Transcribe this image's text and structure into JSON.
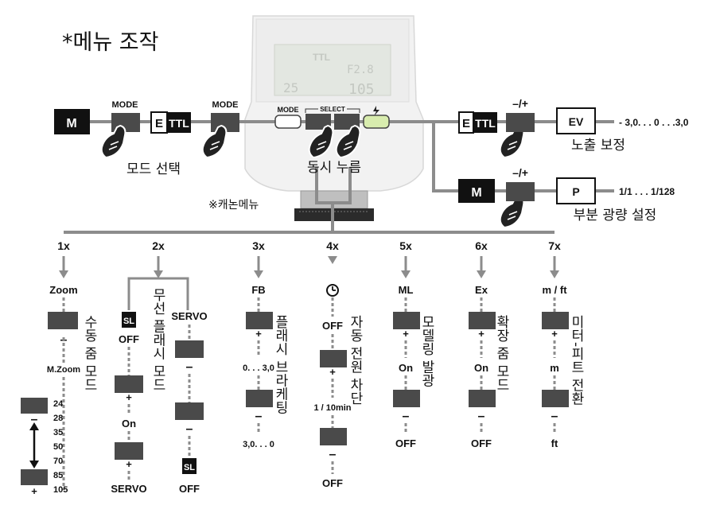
{
  "title": "*메뉴 조작",
  "lcd": {
    "top_left": "TTL",
    "top_right": "F2.8",
    "bottom_left": "25",
    "bottom_right": "105"
  },
  "top_row": {
    "mode_m": "M",
    "mode_btn_label_1": "MODE",
    "ettl_e": "E",
    "ettl_ttl": "TTL",
    "mode_btn_label_2": "MODE",
    "mode_select_caption": "모드 선택",
    "flash_mode_btn": "MODE",
    "select_label": "SELECT",
    "simultaneous_caption": "동시 누름",
    "canon_menu": "※캐논메뉴"
  },
  "right_branch": {
    "ettl_e": "E",
    "ettl_ttl": "TTL",
    "plus_minus_1": "–/+",
    "ev_box": "EV",
    "ev_range": "- 3,0. . . 0 . . .3,0",
    "ev_caption": "노출 보정",
    "m_box": "M",
    "plus_minus_2": "–/+",
    "p_box": "P",
    "p_range": "1/1 . . . 1/128",
    "p_caption": "부분 광량 설정"
  },
  "columns": [
    {
      "count": "1x",
      "head": "Zoom",
      "caption": "수동 줌 모드",
      "items": [
        "M.Zoom",
        "24",
        "28",
        "35",
        "50",
        "70",
        "85",
        "105"
      ],
      "minus": "–",
      "plus": "+"
    },
    {
      "count": "2x",
      "caption": "무선 플래시 모드",
      "sl": "SL",
      "off": "OFF",
      "plus1": "+",
      "on": "On",
      "plus2": "+",
      "servo_bottom": "SERVO",
      "servo_top": "SERVO",
      "minus1": "–",
      "minus2": "–",
      "sl_bottom": "SL",
      "off_bottom": "OFF"
    },
    {
      "count": "3x",
      "head": "FB",
      "caption": "플래시 브라케팅",
      "plus": "+",
      "mid": "0. . . 3,0",
      "minus": "–",
      "bottom": "3,0. . . 0"
    },
    {
      "count": "4x",
      "caption": "자동 전원 차단",
      "off_top": "OFF",
      "plus": "+",
      "mid": "1 / 10min",
      "minus": "–",
      "off_bottom": "OFF"
    },
    {
      "count": "5x",
      "head": "ML",
      "caption": "모델링 발광",
      "plus": "+",
      "mid": "On",
      "minus": "–",
      "bottom": "OFF"
    },
    {
      "count": "6x",
      "head": "Ex",
      "caption": "확장 줌 모드",
      "plus": "+",
      "mid": "On",
      "minus": "–",
      "bottom": "OFF"
    },
    {
      "count": "7x",
      "head": "m / ft",
      "caption": "미터-피트 전환",
      "plus": "+",
      "mid": "m",
      "minus": "–",
      "bottom": "ft"
    }
  ]
}
